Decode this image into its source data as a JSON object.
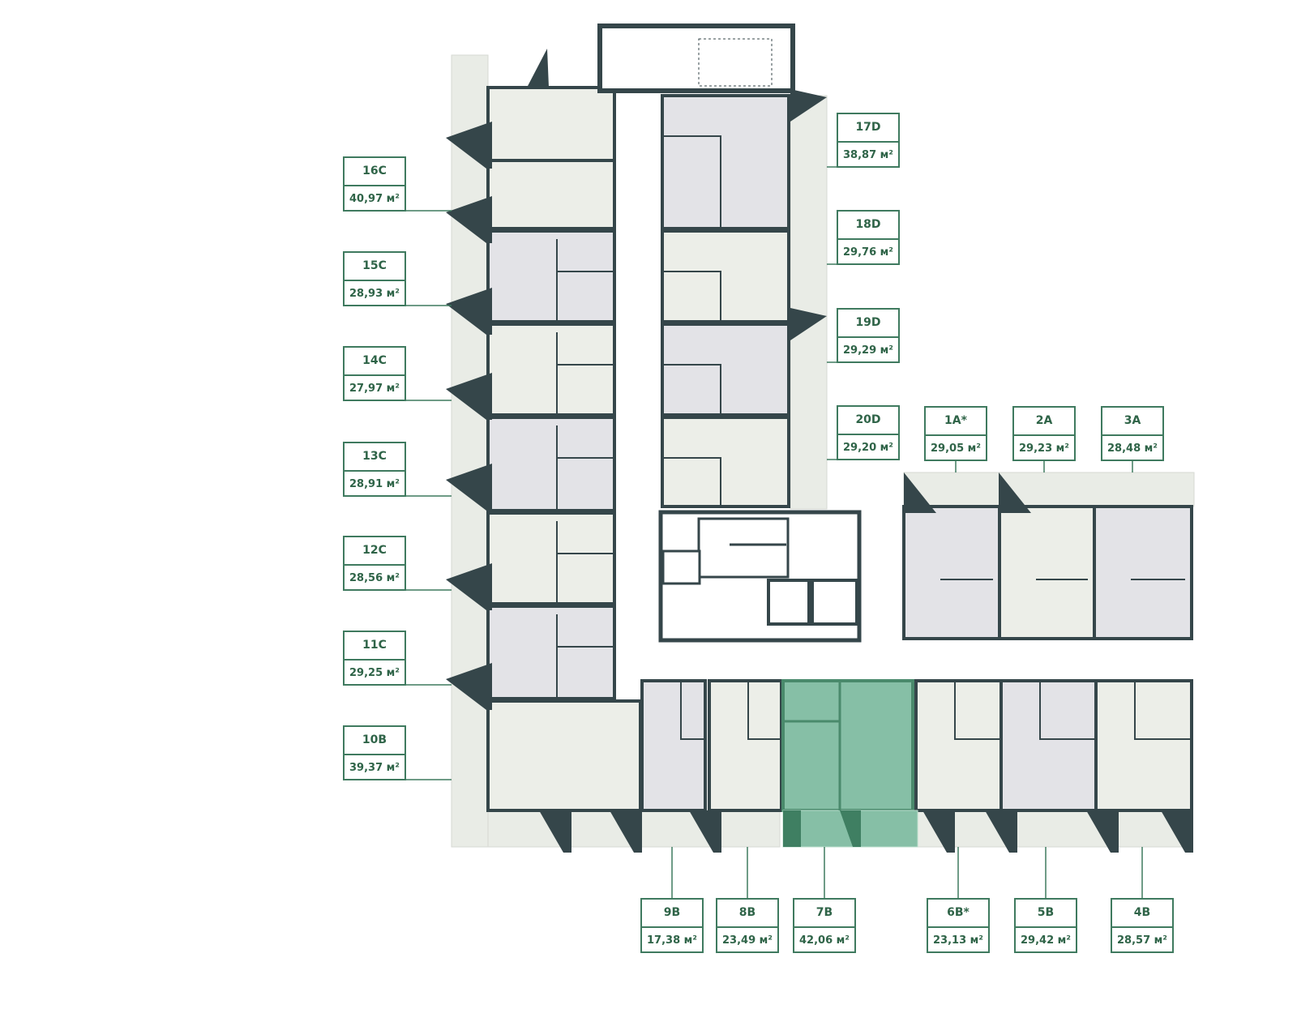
{
  "plan": {
    "highlighted_unit": "7B",
    "colors": {
      "wall": "#35464a",
      "room_light": "#eceee8",
      "room_grey": "#e3e3e7",
      "balcony": "#e9ece6",
      "highlight": "#86bfa6",
      "label": "#2f6448"
    },
    "units": [
      {
        "code": "16C",
        "area": "40,97 м²"
      },
      {
        "code": "15C",
        "area": "28,93 м²"
      },
      {
        "code": "14C",
        "area": "27,97 м²"
      },
      {
        "code": "13C",
        "area": "28,91 м²"
      },
      {
        "code": "12C",
        "area": "28,56 м²"
      },
      {
        "code": "11C",
        "area": "29,25 м²"
      },
      {
        "code": "10B",
        "area": "39,37 м²"
      },
      {
        "code": "17D",
        "area": "38,87 м²"
      },
      {
        "code": "18D",
        "area": "29,76 м²"
      },
      {
        "code": "19D",
        "area": "29,29 м²"
      },
      {
        "code": "20D",
        "area": "29,20 м²"
      },
      {
        "code": "1A*",
        "area": "29,05 м²"
      },
      {
        "code": "2A",
        "area": "29,23 м²"
      },
      {
        "code": "3A",
        "area": "28,48 м²"
      },
      {
        "code": "9B",
        "area": "17,38 м²"
      },
      {
        "code": "8B",
        "area": "23,49 м²"
      },
      {
        "code": "7B",
        "area": "42,06 м²"
      },
      {
        "code": "6B*",
        "area": "23,13 м²"
      },
      {
        "code": "5B",
        "area": "29,42 м²"
      },
      {
        "code": "4B",
        "area": "28,57 м²"
      }
    ]
  }
}
